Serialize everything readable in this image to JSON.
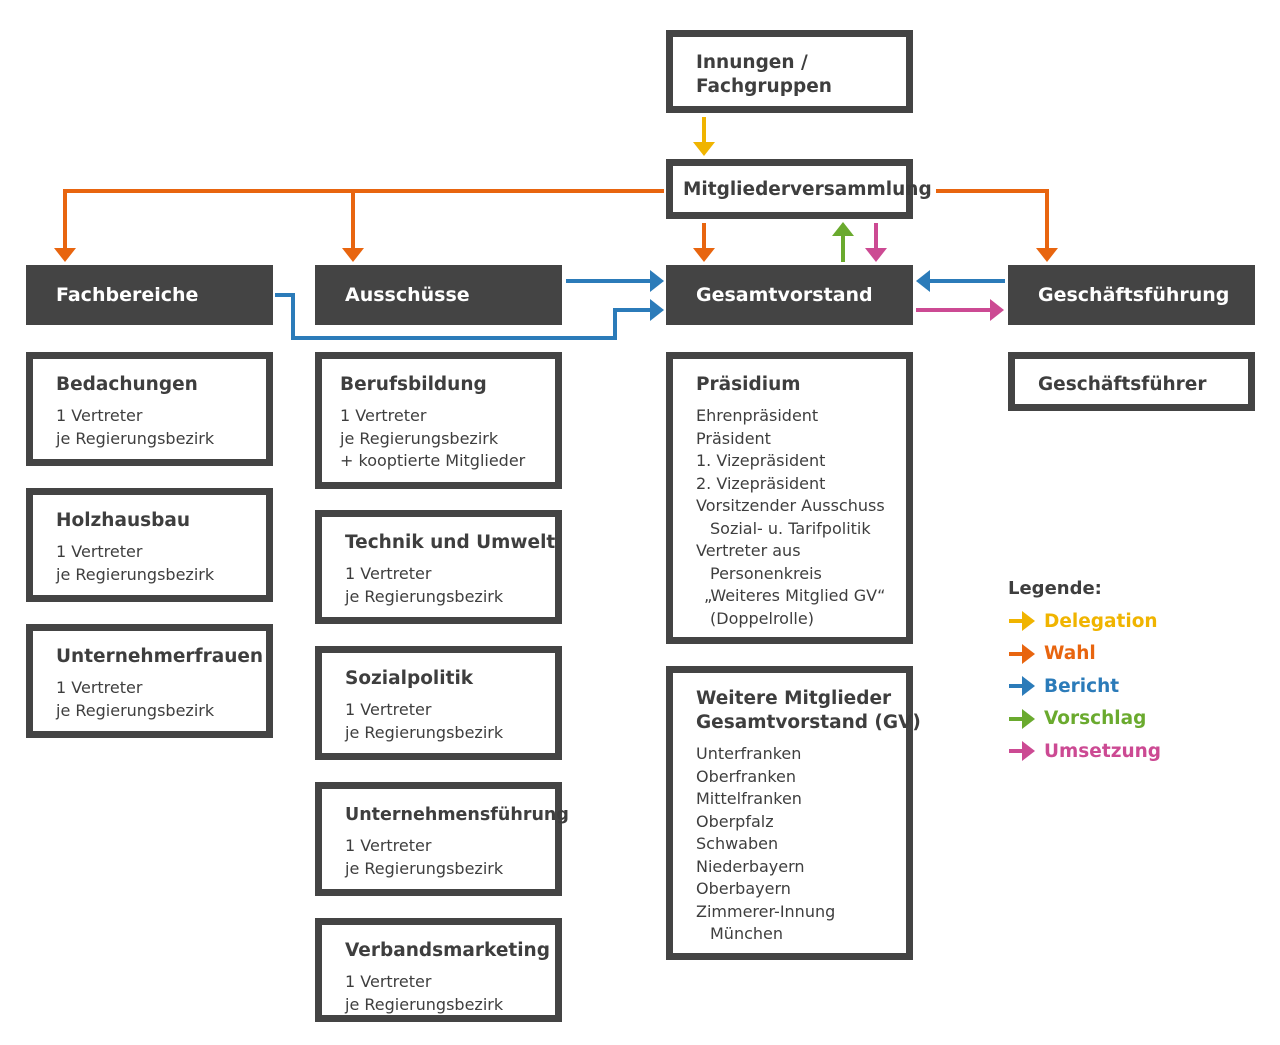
{
  "top": {
    "innungen": [
      "Innungen /",
      "Fachgruppen"
    ],
    "mitgliederversammlung": "Mitgliederversammlung"
  },
  "headers": {
    "fachbereiche": "Fachbereiche",
    "ausschuesse": "Ausschüsse",
    "gesamtvorstand": "Gesamtvorstand",
    "geschaeftsfuehrung": "Geschäftsführung"
  },
  "fachbereiche": [
    {
      "title": "Bedachungen",
      "lines": [
        "1 Vertreter",
        "je Regierungsbezirk"
      ]
    },
    {
      "title": "Holzhausbau",
      "lines": [
        "1 Vertreter",
        "je Regierungsbezirk"
      ]
    },
    {
      "title": "Unternehmerfrauen",
      "lines": [
        "1 Vertreter",
        "je Regierungsbezirk"
      ]
    }
  ],
  "ausschuesse": [
    {
      "title": "Berufsbildung",
      "lines": [
        "1 Vertreter",
        "je Regierungsbezirk",
        "+ kooptierte Mitglieder"
      ]
    },
    {
      "title": "Technik und Umwelt",
      "lines": [
        "1 Vertreter",
        "je Regierungsbezirk"
      ]
    },
    {
      "title": "Sozialpolitik",
      "lines": [
        "1 Vertreter",
        "je Regierungsbezirk"
      ]
    },
    {
      "title": "Unternehmensführung",
      "lines": [
        "1 Vertreter",
        "je Regierungsbezirk"
      ]
    },
    {
      "title": "Verbandsmarketing",
      "lines": [
        "1 Vertreter",
        "je Regierungsbezirk"
      ]
    }
  ],
  "praesidium": {
    "title": "Präsidium",
    "lines": [
      "Ehrenpräsident",
      "Präsident",
      "1. Vizepräsident",
      "2. Vizepräsident",
      "Vorsitzender Ausschuss",
      "Sozial- u. Tarifpolitik",
      "Vertreter aus",
      "Personenkreis",
      "„Weiteres Mitglied GV“",
      "(Doppelrolle)"
    ]
  },
  "weitere": {
    "title": [
      "Weitere Mitglieder",
      "Gesamtvorstand (GV)"
    ],
    "lines": [
      "Unterfranken",
      "Oberfranken",
      "Mittelfranken",
      "Oberpfalz",
      "Schwaben",
      "Niederbayern",
      "Oberbayern",
      "Zimmerer-Innung",
      "München"
    ]
  },
  "geschaeftsfuehrer": "Geschäftsführer",
  "legend": {
    "title": "Legende:",
    "items": [
      {
        "label": "Delegation",
        "color": "#f0b400"
      },
      {
        "label": "Wahl",
        "color": "#e8650f"
      },
      {
        "label": "Bericht",
        "color": "#2b7bb9"
      },
      {
        "label": "Vorschlag",
        "color": "#6aaa2e"
      },
      {
        "label": "Umsetzung",
        "color": "#cc4a93"
      }
    ]
  }
}
